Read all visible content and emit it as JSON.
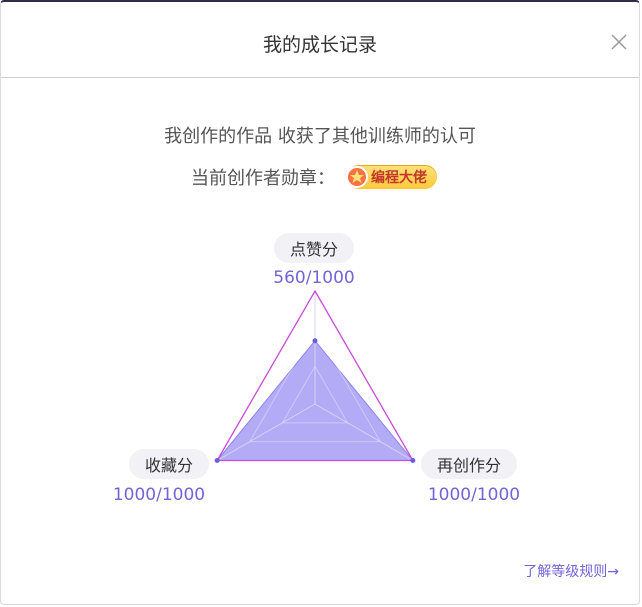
{
  "dialog": {
    "title": "我的成长记录",
    "subtitle": "我创作的作品 收获了其他训练师的认可",
    "badge_label": "当前创作者勋章：",
    "badge_name": "编程大佬",
    "rules_link": "了解等级规则→"
  },
  "colors": {
    "accent": "#7065d8",
    "radar_fill": "#a79cf6",
    "max_outline": "#c94bd8",
    "badge": "#ffc83a"
  },
  "chart_data": {
    "type": "radar",
    "max": 1000,
    "axes": [
      {
        "name": "点赞分",
        "value": 560,
        "display": "560/1000"
      },
      {
        "name": "再创作分",
        "value": 1000,
        "display": "1000/1000"
      },
      {
        "name": "收藏分",
        "value": 1000,
        "display": "1000/1000"
      }
    ],
    "grid_levels": 3
  }
}
